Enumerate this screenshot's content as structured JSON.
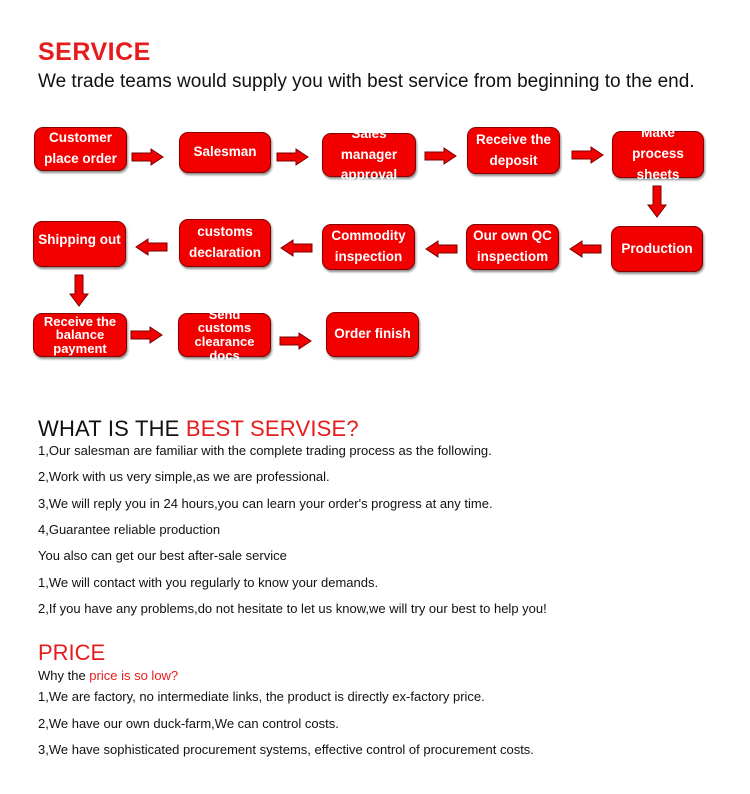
{
  "service": {
    "title": "SERVICE",
    "subtitle": "We trade teams would supply you with best service from beginning to the end."
  },
  "flow": {
    "row1": [
      "Customer\nplace order",
      "Salesman",
      "Sales manager\napproval",
      "Receive the\ndeposit",
      "Make process\nsheets"
    ],
    "row2": [
      "Production",
      "Our own QC\ninspectiom",
      "Commodity\ninspection",
      "customs\ndeclaration",
      "Shipping out"
    ],
    "row3": [
      "Receive the\nbalance\npayment",
      "Send customs\nclearance\ndocs",
      "Order finish"
    ],
    "arrow_color": "#f20000",
    "box_color": "#f20000"
  },
  "best": {
    "heading_black": "WHAT IS THE ",
    "heading_red": "BEST SERVISE?",
    "lines": [
      "1,Our salesman are familiar with the complete trading process as the following.",
      "2,Work with us very simple,as we are professional.",
      "3,We will reply you in 24 hours,you can learn your order's progress at any time.",
      "4,Guarantee reliable production",
      "You also can get our best after-sale service",
      "1,We will contact with you regularly to know your demands.",
      "2,If you have any problems,do not hesitate to let us know,we will try our best to help you!"
    ]
  },
  "price": {
    "title": "PRICE",
    "why_prefix": "Why the ",
    "why_red": "price is so low?",
    "lines": [
      "1,We are factory, no intermediate links, the product is directly ex-factory price.",
      "2,We have our own duck-farm,We can control costs.",
      "3,We have sophisticated procurement systems, effective control of procurement costs."
    ]
  }
}
